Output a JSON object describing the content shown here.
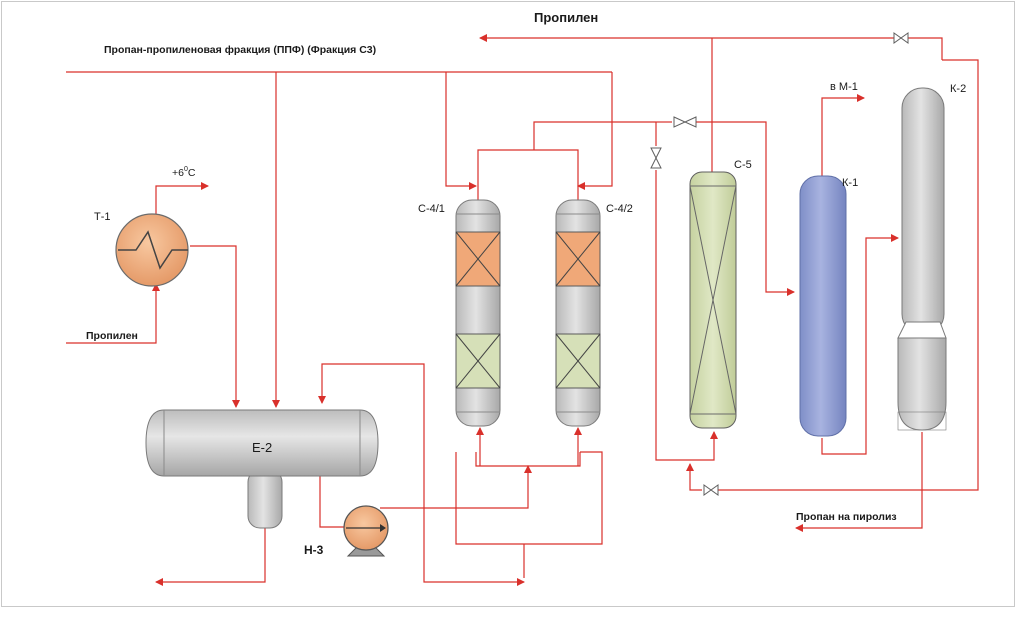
{
  "labels": {
    "title_top": "Пропилен",
    "feed": "Пропан-пропиленовая фракция (ППФ) (Фракция С3)",
    "temp_label": "+6",
    "temp_sup": "0",
    "temp_unit": "С",
    "propylene_in": "Пропилен",
    "to_m1": "в М-1",
    "propane_out": "Пропан на пиролиз"
  },
  "equipment": {
    "t1": "Т-1",
    "e2": "Е-2",
    "h3": "Н-3",
    "c41": "С-4/1",
    "c42": "С-4/2",
    "c5": "С-5",
    "k1": "К-1",
    "k2": "К-2"
  },
  "colors": {
    "line": "#d9302b",
    "vessel_grey": "#cbcbcb",
    "vessel_grey_dark": "#a9a9a9",
    "orange": "#f0a878",
    "green": "#d6e0b8",
    "blue": "#8f9dd0",
    "outline": "#5f5f5f"
  }
}
